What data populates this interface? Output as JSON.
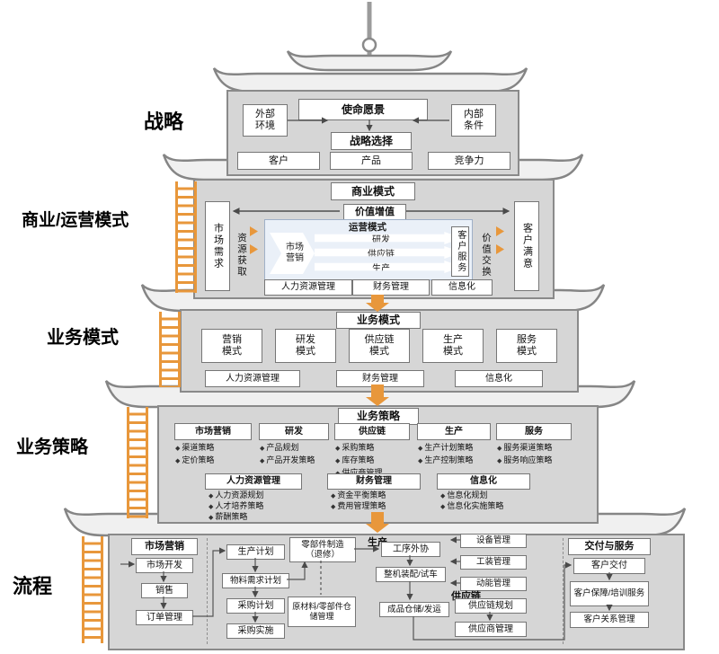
{
  "side": {
    "strategy": "战略",
    "business_ops": "商业/运营模式",
    "biz_model": "业务模式",
    "biz_strategy": "业务策略",
    "process": "流程"
  },
  "l1": {
    "mission": "使命愿景",
    "external": "外部\n环境",
    "internal": "内部\n条件",
    "choice": "战略选择",
    "customer": "客户",
    "product": "产品",
    "competitiveness": "竞争力"
  },
  "l2": {
    "title": "商业模式",
    "value_add": "价值增值",
    "market_demand": "市场需求",
    "resource_acquire": "资源获取",
    "ops_title": "运营模式",
    "marketing": "市场\n营销",
    "rd": "研发",
    "supply_chain": "供应链",
    "production": "生产",
    "customer_service": "客户服务",
    "value_exchange": "价值交换",
    "customer_satisfaction": "客户满意",
    "hr": "人力资源管理",
    "finance": "财务管理",
    "it": "信息化"
  },
  "l3": {
    "title": "业务模式",
    "boxes": [
      "营销\n模式",
      "研发\n模式",
      "供应链\n模式",
      "生产\n模式",
      "服务\n模式"
    ],
    "hr": "人力资源管理",
    "finance": "财务管理",
    "it": "信息化"
  },
  "l4": {
    "title": "业务策略",
    "cols": [
      {
        "h": "市场营销",
        "b": [
          "渠道策略",
          "定价策略"
        ]
      },
      {
        "h": "研发",
        "b": [
          "产品规划",
          "产品开发策略"
        ]
      },
      {
        "h": "供应链",
        "b": [
          "采购策略",
          "库存策略",
          "供应商管理"
        ]
      },
      {
        "h": "生产",
        "b": [
          "生产计划策略",
          "生产控制策略"
        ]
      },
      {
        "h": "服务",
        "b": [
          "服务渠道策略",
          "服务响应策略"
        ]
      }
    ],
    "subs": [
      {
        "h": "人力资源管理",
        "b": [
          "人力资源规划",
          "人才培养策略",
          "薪酬策略"
        ]
      },
      {
        "h": "财务管理",
        "b": [
          "资金平衡策略",
          "费用管理策略"
        ]
      },
      {
        "h": "信息化",
        "b": [
          "信息化规划",
          "信息化实施策略"
        ]
      }
    ]
  },
  "l5": {
    "marketing_title": "市场营销",
    "market_dev": "市场开发",
    "sales": "销售",
    "order_mgmt": "订单管理",
    "production_label": "生产",
    "prod_plan": "生产计划",
    "mrp": "物料需求计划",
    "purchase_plan": "采购计划",
    "purchase_exec": "采购实施",
    "parts_mfg": "零部件制造\n（退修）",
    "outsourcing": "工序外协",
    "assembly": "整机装配/试车",
    "raw_warehouse": "原材料/零部件仓储管理",
    "finished_warehouse": "成品仓储/发运",
    "supply_label": "供应链",
    "equip": "设备管理",
    "tooling": "工装管理",
    "energy": "动能管理",
    "sc_plan": "供应链规划",
    "supplier_mgmt": "供应商管理",
    "delivery_title": "交付与服务",
    "delivery": "客户交付",
    "support": "客户保障/培训服务",
    "crm": "客户关系管理"
  }
}
